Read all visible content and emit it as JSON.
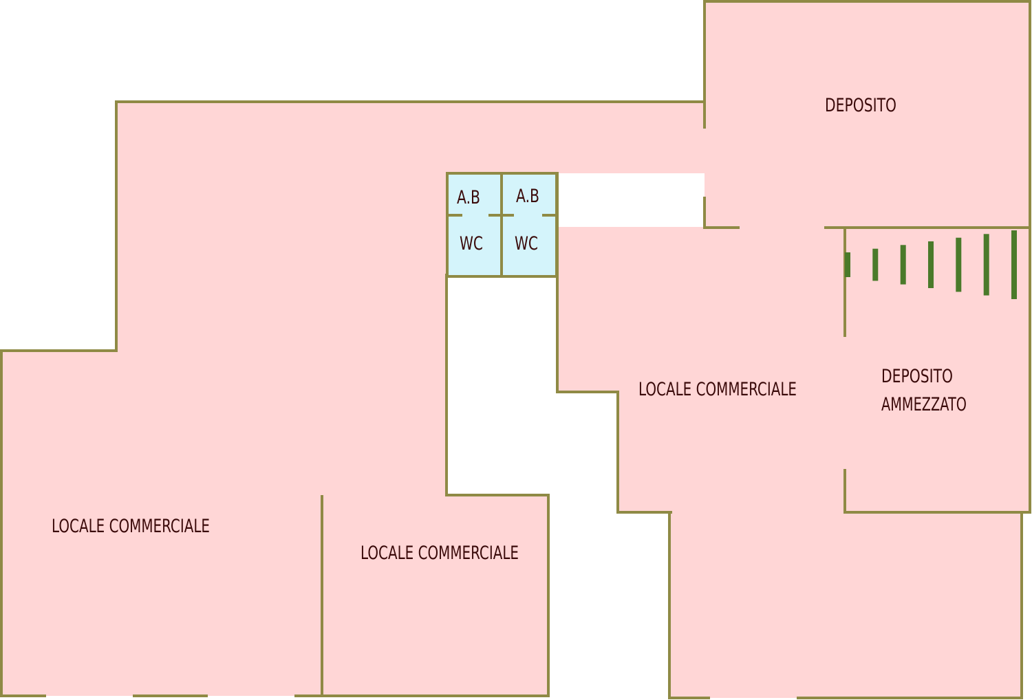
{
  "colors": {
    "floor": "#ffd6d6",
    "bathroom": "#d4f4fb",
    "wall": "#8f8a45",
    "stair": "#4a7a2a",
    "text": "#3a0a0a"
  },
  "rooms": {
    "deposito_top": "DEPOSITO",
    "ab_left": "A.B",
    "ab_right": "A.B",
    "wc_left": "WC",
    "wc_right": "WC",
    "locale_center": "LOCALE COMMERCIALE",
    "deposito_ammezzato_line1": "DEPOSITO",
    "deposito_ammezzato_line2": "AMMEZZATO",
    "locale_left": "LOCALE COMMERCIALE",
    "locale_middle": "LOCALE COMMERCIALE"
  },
  "stair_steps": 7
}
